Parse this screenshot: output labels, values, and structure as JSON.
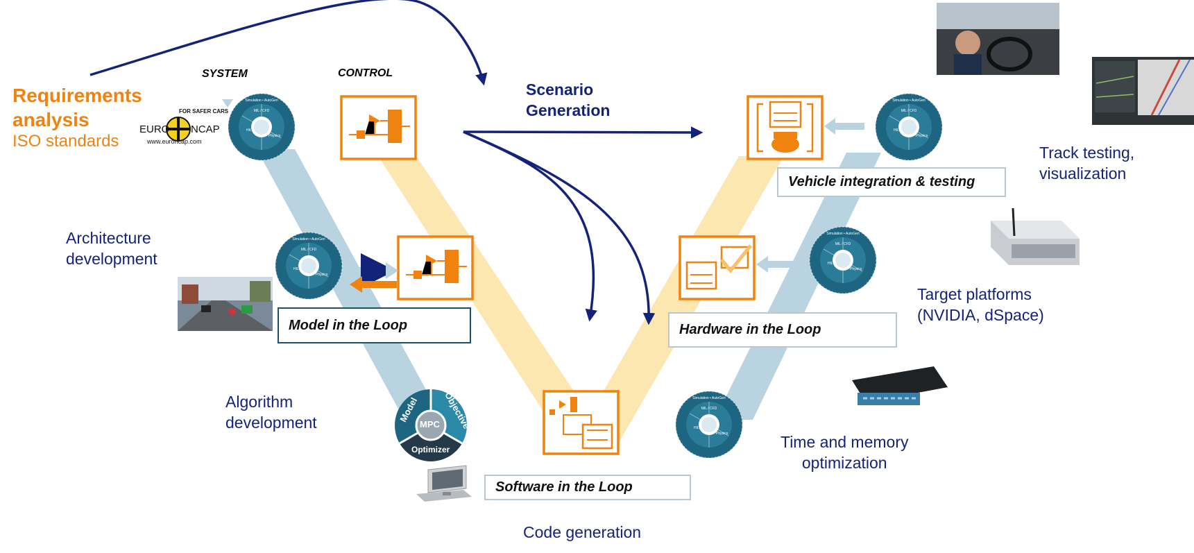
{
  "header_labels": {
    "system": "SYSTEM",
    "control": "CONTROL"
  },
  "requirements": {
    "title_line1": "Requirements",
    "title_line2": "analysis",
    "subtitle": "ISO standards"
  },
  "ncap_logo": {
    "arc_text": "FOR SAFER CARS",
    "left_word": "EURO",
    "right_word": "NCAP",
    "url": "www.euroncap.com"
  },
  "scenario_generation": "Scenario\nGeneration",
  "left_labels": {
    "architecture": "Architecture\ndevelopment",
    "algorithm": "Algorithm\ndevelopment"
  },
  "right_labels": {
    "track_testing": "Track testing,\nvisualization",
    "target_platforms": "Target platforms\n(NVIDIA, dSpace)",
    "time_memory": "Time and memory\noptimization"
  },
  "bottom_label": "Code generation",
  "loop_boxes": {
    "model": "Model in the Loop",
    "hardware": "Hardware in the Loop",
    "software": "Software in the Loop",
    "vehicle": "Vehicle integration & testing"
  },
  "mpc_wheel": {
    "center": "MPC",
    "model": "Model",
    "objective": "Objective",
    "optimizer": "Optimizer"
  },
  "colors": {
    "navy": "#14237a",
    "orange": "#f0820f",
    "v_orange": "#fde7b0",
    "v_blue": "#b9d3e0",
    "wheel_teal": "#1d6580"
  }
}
